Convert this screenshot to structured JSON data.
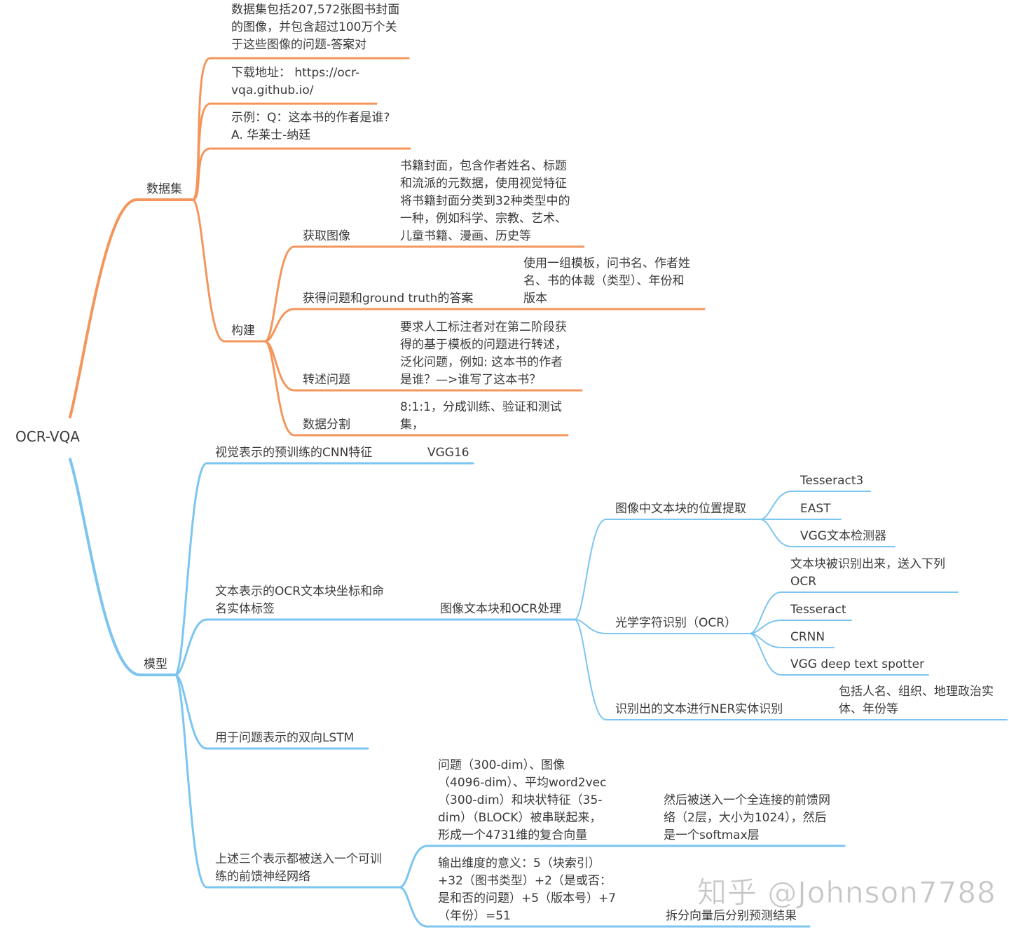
{
  "colors": {
    "dataset_branch": "#F4965B",
    "model_branch": "#7CC5F0"
  },
  "root": "OCR-VQA",
  "dataset": {
    "label": "数据集",
    "items": [
      "数据集包括207,572张图书封面\n的图像，并包含超过100万个关\n于这些图像的问题-答案对",
      "下载地址： https://ocr-\nvqa.github.io/",
      "示例：Q：这本书的作者是谁?\nA. 华莱士-纳廷"
    ],
    "build": {
      "label": "构建",
      "steps": [
        {
          "label": "获取图像",
          "detail": "书籍封面，包含作者姓名、标题\n和流派的元数据，使用视觉特征\n将书籍封面分类到32种类型中的\n一种，例如科学、宗教、艺术、\n儿童书籍、漫画、历史等"
        },
        {
          "label": "获得问题和ground truth的答案",
          "detail": "使用一组模板，问书名、作者姓\n名、书的体裁（类型）、年份和\n版本"
        },
        {
          "label": "转述问题",
          "detail": "要求人工标注者对在第二阶段获\n得的基于模板的问题进行转述，\n泛化问题，例如: 这本书的作者\n是谁？—>谁写了这本书？"
        },
        {
          "label": "数据分割",
          "detail": "8:1:1，分成训练、验证和测试\n集，"
        }
      ]
    }
  },
  "model": {
    "label": "模型",
    "visual": {
      "label": "视觉表示的预训练的CNN特征",
      "detail": "VGG16"
    },
    "text": {
      "label": "文本表示的OCR文本块坐标和命\n名实体标签",
      "processing": "图像文本块和OCR处理",
      "location": {
        "label": "图像中文本块的位置提取",
        "items": [
          "Tesseract3",
          "EAST",
          "VGG文本检测器"
        ]
      },
      "ocr": {
        "label": "光学字符识别（OCR）",
        "items": [
          "文本块被识别出来，送入下列\nOCR",
          "Tesseract",
          "CRNN",
          "VGG deep text spotter"
        ]
      },
      "ner": {
        "label": "识别出的文本进行NER实体识别",
        "detail": "包括人名、组织、地理政治实\n体、年份等"
      }
    },
    "lstm": "用于问题表示的双向LSTM",
    "fusion": {
      "label": "上述三个表示都被送入一个可训\n练的前馈神经网络",
      "concat": "问题（300-dim）、图像\n（4096-dim）、平均word2vec\n（300-dim）和块状特征（35-\ndim）（BLOCK）被串联起来，\n形成一个4731维的复合向量",
      "concat_next": "然后被送入一个全连接的前馈网\n络（2层，大小为1024），然后\n是一个softmax层",
      "output": "输出维度的意义：5（块索引）\n+32（图书类型）+2（是或否：\n是和否的问题）+5（版本号）+7\n（年份）=51",
      "output_next": "拆分向量后分别预测结果"
    }
  },
  "watermark": "知乎 @Johnson7788"
}
